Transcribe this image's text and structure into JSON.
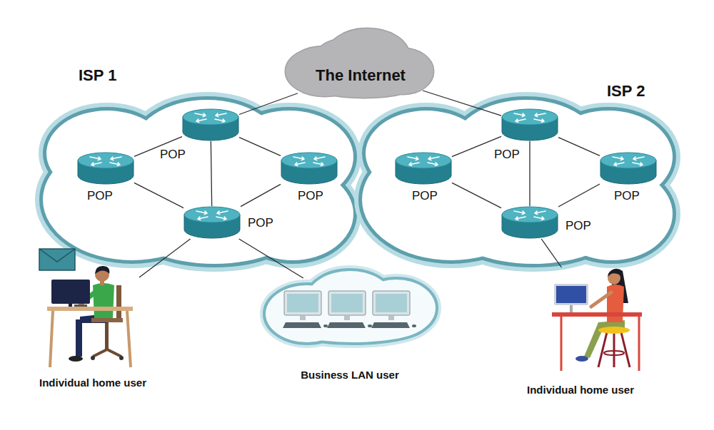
{
  "diagram": {
    "nodes": [
      {
        "text": [
          "The Internet"
        ]
      },
      {
        "text": [
          "ISP 1"
        ]
      },
      {
        "text": [
          "POP"
        ],
        "in": 1
      },
      {
        "text": [
          "POP"
        ],
        "in": 1
      },
      {
        "text": [
          "POP"
        ],
        "in": 1
      },
      {
        "text": [
          "POP"
        ],
        "in": 1
      },
      {
        "text": [
          "ISP 2"
        ]
      },
      {
        "text": [
          "POP"
        ],
        "in": 6
      },
      {
        "text": [
          "POP"
        ],
        "in": 6
      },
      {
        "text": [
          "POP"
        ],
        "in": 6
      },
      {
        "text": [
          "POP"
        ],
        "in": 6
      },
      {
        "text": [
          "Individual home user"
        ]
      },
      {
        "text": [
          "Business LAN user"
        ]
      },
      {
        "text": [
          "Individual home user"
        ]
      }
    ],
    "edges": [
      {
        "from": 0,
        "to": 2,
        "arrow": "none"
      },
      {
        "from": 0,
        "to": 7,
        "arrow": "none"
      },
      {
        "from": 2,
        "to": 3,
        "arrow": "none"
      },
      {
        "from": 2,
        "to": 4,
        "arrow": "none"
      },
      {
        "from": 2,
        "to": 5,
        "arrow": "none"
      },
      {
        "from": 3,
        "to": 5,
        "arrow": "none"
      },
      {
        "from": 4,
        "to": 5,
        "arrow": "none"
      },
      {
        "from": 5,
        "to": 11,
        "arrow": "none"
      },
      {
        "from": 5,
        "to": 12,
        "arrow": "none"
      },
      {
        "from": 7,
        "to": 8,
        "arrow": "none"
      },
      {
        "from": 7,
        "to": 9,
        "arrow": "none"
      },
      {
        "from": 7,
        "to": 10,
        "arrow": "none"
      },
      {
        "from": 8,
        "to": 10,
        "arrow": "none"
      },
      {
        "from": 9,
        "to": 10,
        "arrow": "none"
      },
      {
        "from": 10,
        "to": 13,
        "arrow": "none"
      }
    ]
  }
}
